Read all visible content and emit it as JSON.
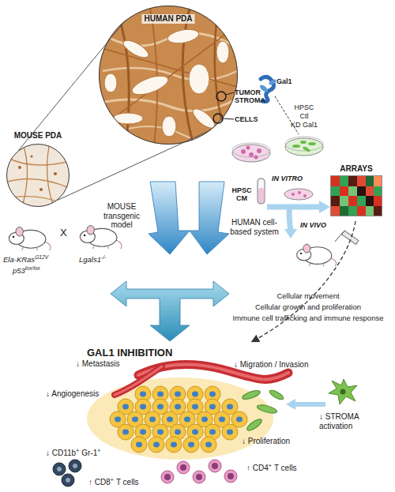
{
  "diagram": {
    "nodes": [
      {
        "text": [
          "HUMAN PDA"
        ]
      },
      {
        "text": [
          "MOUSE PDA"
        ]
      },
      {
        "text": [
          "ARRAYS"
        ]
      }
    ],
    "edges": [
      {
        "from": 1,
        "to": 0,
        "arrow": "none"
      },
      {
        "from": 1,
        "to": 0,
        "arrow": "none"
      }
    ],
    "labels": [
      "TUMOR STROMA",
      "Gal1",
      "HPSC",
      "Ctl",
      "KD Gal1",
      "CELLS",
      "HPSC CM",
      "IN VITRO",
      "IN VIVO",
      "Ela-KRas",
      "G12V",
      "p53",
      "lox/lox",
      "X",
      "Lgals1",
      "-/-",
      "MOUSE transgenic model",
      "HUMAN cell-based system",
      "Cellular movement",
      "Cellular growth and proliferation",
      "Immune cell trafficking and immune response",
      "GAL1 INHIBITION",
      "↓ Metastasis",
      "↓ Migration / Invasion",
      "↓ Angiogenesis",
      "↓ STROMA activation",
      "↓ Proliferation",
      "↓ CD11b",
      "+",
      "Gr-1",
      "+",
      "↑ CD4",
      "+",
      "T cells",
      "↑ CD8",
      "+",
      "T cells"
    ]
  }
}
